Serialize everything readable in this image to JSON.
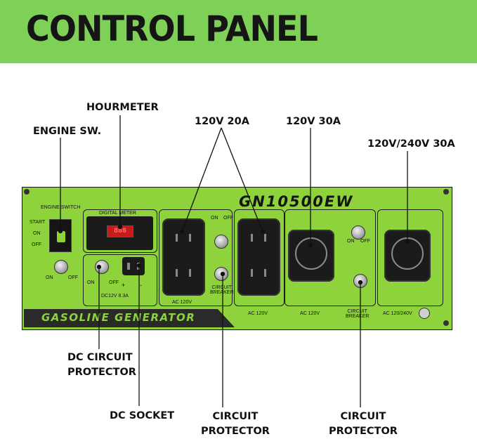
{
  "header": {
    "title": "CONTROL PANEL"
  },
  "callouts": {
    "engine_sw": "ENGINE SW.",
    "hourmeter": "HOURMETER",
    "outlet_20a": "120V 20A",
    "outlet_30a": "120V 30A",
    "outlet_240v": "120V/240V 30A",
    "dc_circuit_protector": [
      "DC CIRCUIT",
      "PROTECTOR"
    ],
    "dc_socket": "DC SOCKET",
    "circuit_protector_left": [
      "CIRCUIT",
      "PROTECTOR"
    ],
    "circuit_protector_right": [
      "CIRCUIT",
      "PROTECTOR"
    ]
  },
  "panel": {
    "model": "GN10500EW",
    "footer": "GASOLINE GENERATOR",
    "engine_switch": {
      "title": "ENGINE SWITCH",
      "start": "START",
      "on": "ON",
      "off": "OFF"
    },
    "digital_meter": {
      "title": "DIGITAL METER",
      "display": "888"
    },
    "dc": {
      "on": "ON",
      "off": "OFF",
      "plus": "+",
      "minus": "-",
      "rating": "DC12V 8.3A"
    },
    "engine_on": "ON",
    "engine_off": "OFF",
    "ac20_on": "ON",
    "ac20_off": "OFF",
    "ac20_label_left": "AC 120V",
    "ac20_label_right": "AC 120V",
    "breaker_left": [
      "CIRCUIT",
      "BREAKER"
    ],
    "ac30_label": "AC 120V",
    "ac30_on": "ON",
    "ac30_off": "OFF",
    "breaker_right": [
      "CIRCUIT",
      "BREAKER"
    ],
    "ac240_label": "AC 120/240V"
  },
  "colors": {
    "banner": "#7ed056",
    "panel": "#8ed33b",
    "dark": "#1b1b1b"
  }
}
